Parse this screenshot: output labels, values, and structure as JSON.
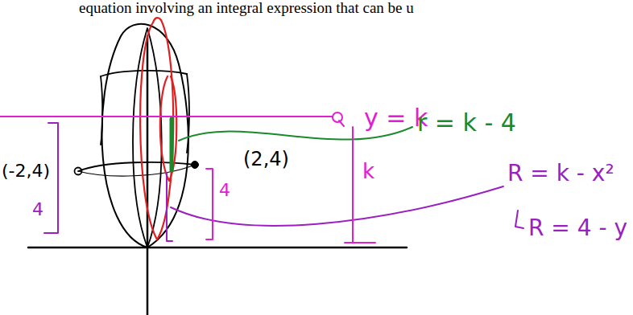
{
  "diagram": {
    "labels": [
      "equation involving an integral expression that can be u",
      "(-2,4)",
      "(2,4)",
      "4",
      "4",
      "y = k",
      "k",
      "r = k - 4",
      "R = k - x²",
      "R = 4 - y"
    ]
  }
}
